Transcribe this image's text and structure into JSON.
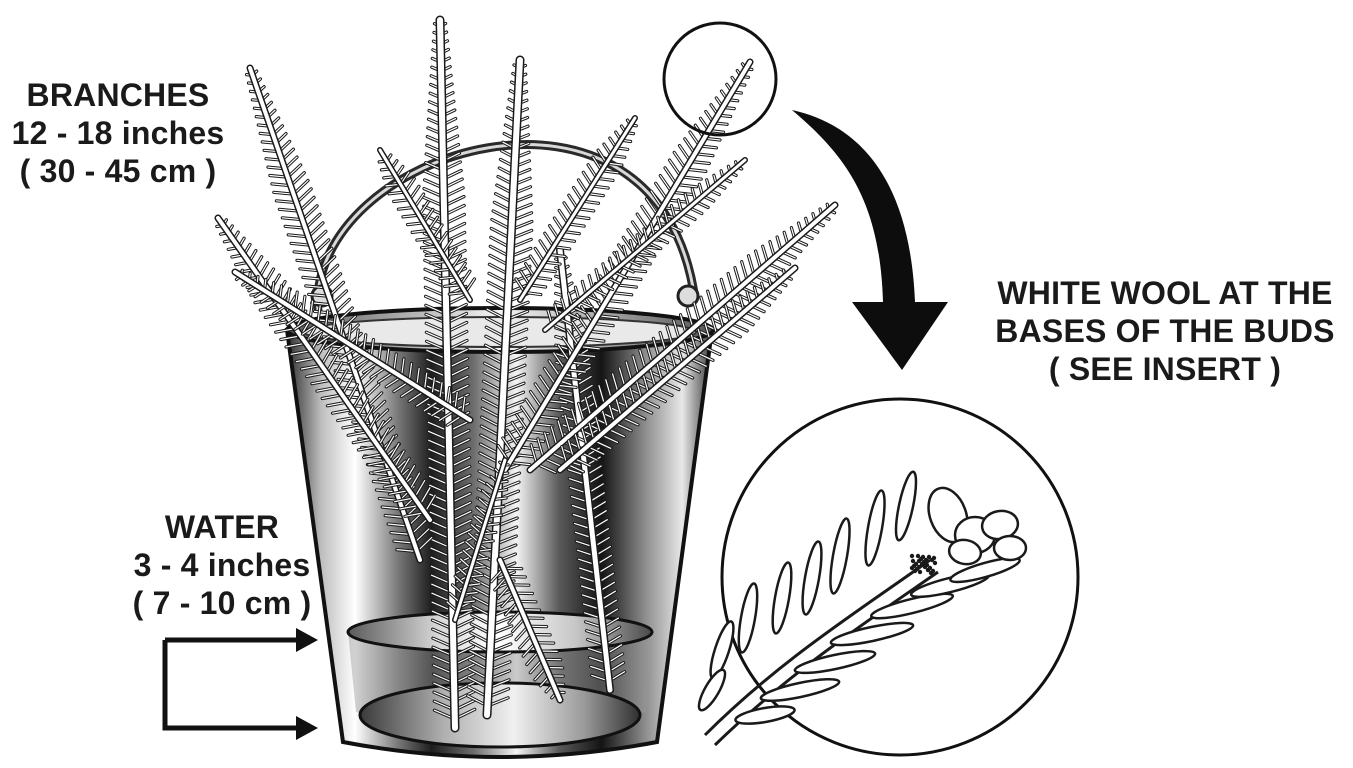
{
  "branches_label": {
    "line1": "BRANCHES",
    "line2": "12 - 18 inches",
    "line3": "( 30 - 45 cm )"
  },
  "water_label": {
    "line1": "WATER",
    "line2": "3 - 4 inches",
    "line3": "( 7 - 10 cm )"
  },
  "wool_label": {
    "line1": "WHITE WOOL AT THE",
    "line2": "BASES OF THE BUDS",
    "line3": "( SEE INSERT )"
  },
  "colors": {
    "ink": "#1a1a1a",
    "background": "#ffffff"
  }
}
